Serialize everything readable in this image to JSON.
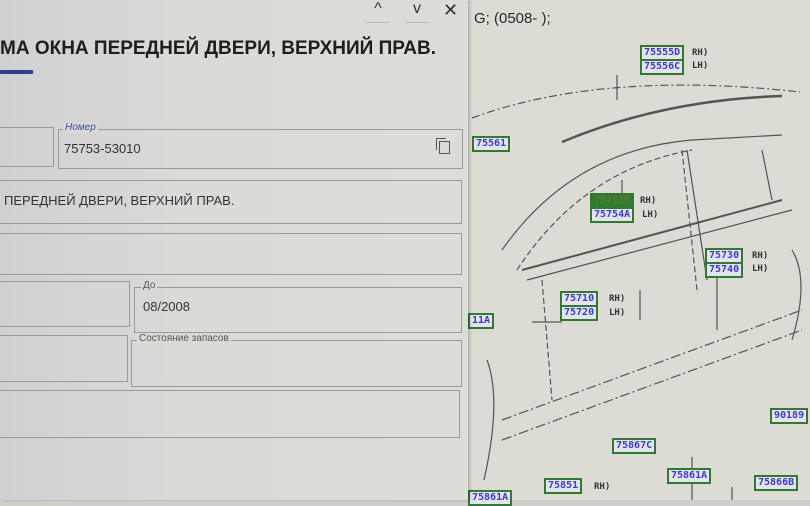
{
  "diagram": {
    "header": "G; (0508- );",
    "callouts": [
      {
        "code": "75555D",
        "suffix": "RH)"
      },
      {
        "code": "75556C",
        "suffix": "LH)"
      },
      {
        "code": "75561"
      },
      {
        "code": "75753B",
        "suffix": "RH)",
        "highlighted": true
      },
      {
        "code": "75754A",
        "suffix": "LH)"
      },
      {
        "code": "75730",
        "suffix": "RH)"
      },
      {
        "code": "75740",
        "suffix": "LH)"
      },
      {
        "code": "75710",
        "suffix": "RH)"
      },
      {
        "code": "75720",
        "suffix": "LH)"
      },
      {
        "code": "11A"
      },
      {
        "code": "90189"
      },
      {
        "code": "75867C"
      },
      {
        "code": "75861A"
      },
      {
        "code": "75866B"
      },
      {
        "code": "75851",
        "suffix": "RH)"
      },
      {
        "code": "75861A"
      }
    ]
  },
  "panel": {
    "nav_up": "^",
    "nav_down": "v",
    "close": "✕",
    "title": "МА ОКНА ПЕРЕДНЕЙ ДВЕРИ, ВЕРХНИЙ ПРАВ.",
    "number_label": "Номер",
    "number_value": "75753-53010",
    "description_value": "ПЕРЕДНЕЙ ДВЕРИ, ВЕРХНИЙ ПРАВ.",
    "to_label": "До",
    "to_value": "08/2008",
    "stock_label": "Состояние запасов",
    "stock_value": ""
  }
}
